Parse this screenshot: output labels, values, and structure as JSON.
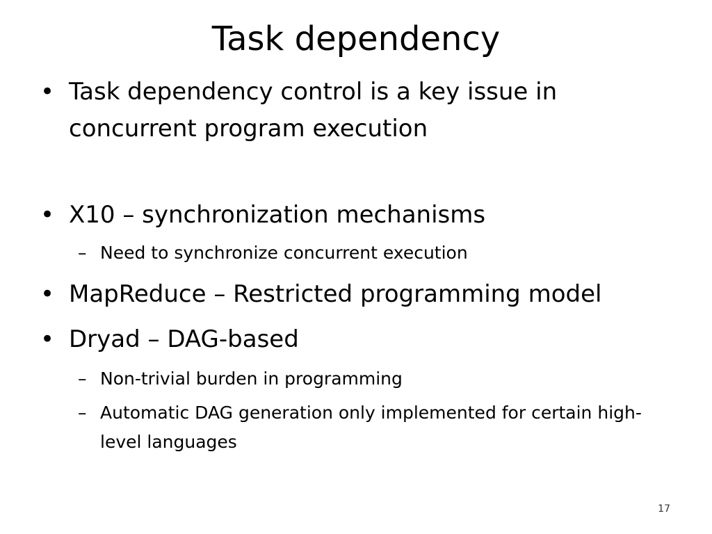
{
  "slide": {
    "title": "Task dependency",
    "bullets": [
      {
        "text": "Task dependency control is a key issue in concurrent program execution"
      },
      {
        "text": "X10 – synchronization mechanisms",
        "sub": [
          "Need to synchronize concurrent execution"
        ]
      },
      {
        "text": "MapReduce – Restricted programming model"
      },
      {
        "text": "Dryad – DAG-based",
        "sub": [
          "Non-trivial burden in programming",
          "Automatic DAG generation only implemented for certain high- level languages"
        ]
      }
    ],
    "bullet_glyph": "•",
    "sub_glyph": "–",
    "page_number": "17"
  }
}
